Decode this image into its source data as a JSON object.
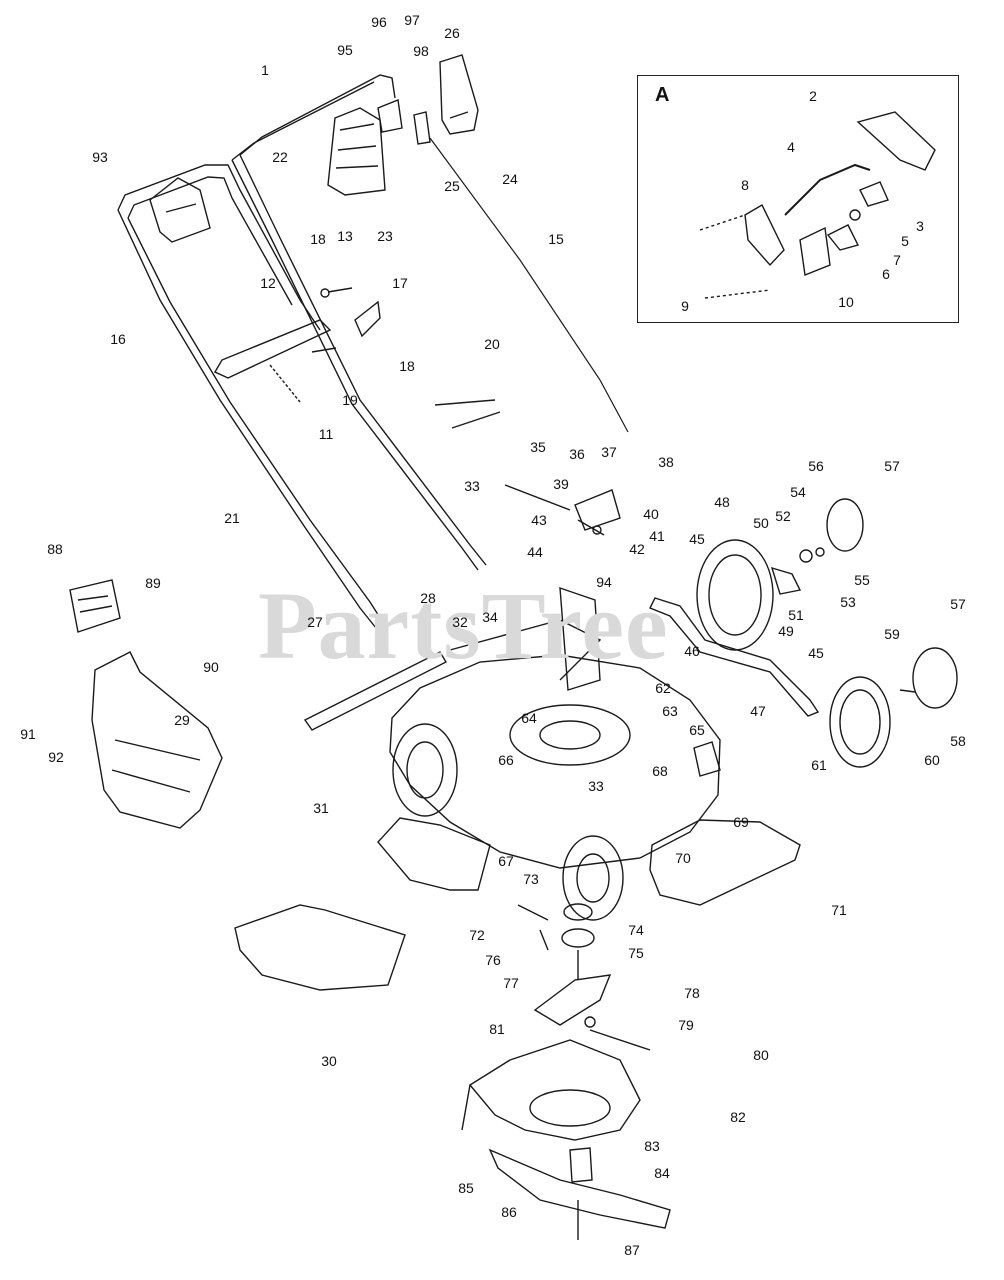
{
  "watermark": "PartsTree",
  "inset": {
    "title": "A"
  },
  "parts": [
    {
      "id": "96",
      "n": "96"
    },
    {
      "id": "97",
      "n": "97"
    },
    {
      "id": "98",
      "n": "98"
    },
    {
      "id": "26",
      "n": "26"
    },
    {
      "id": "95",
      "n": "95"
    },
    {
      "id": "1",
      "n": "1"
    },
    {
      "id": "22",
      "n": "22"
    },
    {
      "id": "23",
      "n": "23"
    },
    {
      "id": "24",
      "n": "24"
    },
    {
      "id": "25",
      "n": "25"
    },
    {
      "id": "93",
      "n": "93"
    },
    {
      "id": "18a",
      "n": "18"
    },
    {
      "id": "13",
      "n": "13"
    },
    {
      "id": "12",
      "n": "12"
    },
    {
      "id": "17",
      "n": "17"
    },
    {
      "id": "16",
      "n": "16"
    },
    {
      "id": "18b",
      "n": "18"
    },
    {
      "id": "19",
      "n": "19"
    },
    {
      "id": "11",
      "n": "11"
    },
    {
      "id": "15",
      "n": "15"
    },
    {
      "id": "20",
      "n": "20"
    },
    {
      "id": "21",
      "n": "21"
    },
    {
      "id": "35",
      "n": "35"
    },
    {
      "id": "36",
      "n": "36"
    },
    {
      "id": "37",
      "n": "37"
    },
    {
      "id": "38",
      "n": "38"
    },
    {
      "id": "33a",
      "n": "33"
    },
    {
      "id": "39",
      "n": "39"
    },
    {
      "id": "40",
      "n": "40"
    },
    {
      "id": "43",
      "n": "43"
    },
    {
      "id": "41",
      "n": "41"
    },
    {
      "id": "42",
      "n": "42"
    },
    {
      "id": "44",
      "n": "44"
    },
    {
      "id": "88",
      "n": "88"
    },
    {
      "id": "89",
      "n": "89"
    },
    {
      "id": "90",
      "n": "90"
    },
    {
      "id": "91",
      "n": "91"
    },
    {
      "id": "29",
      "n": "29"
    },
    {
      "id": "92",
      "n": "92"
    },
    {
      "id": "27",
      "n": "27"
    },
    {
      "id": "28",
      "n": "28"
    },
    {
      "id": "32",
      "n": "32"
    },
    {
      "id": "34",
      "n": "34"
    },
    {
      "id": "94",
      "n": "94"
    },
    {
      "id": "62",
      "n": "62"
    },
    {
      "id": "64",
      "n": "64"
    },
    {
      "id": "63",
      "n": "63"
    },
    {
      "id": "66",
      "n": "66"
    },
    {
      "id": "33b",
      "n": "33"
    },
    {
      "id": "68",
      "n": "68"
    },
    {
      "id": "65",
      "n": "65"
    },
    {
      "id": "69",
      "n": "69"
    },
    {
      "id": "70",
      "n": "70"
    },
    {
      "id": "67",
      "n": "67"
    },
    {
      "id": "31",
      "n": "31"
    },
    {
      "id": "71",
      "n": "71"
    },
    {
      "id": "73",
      "n": "73"
    },
    {
      "id": "74",
      "n": "74"
    },
    {
      "id": "72",
      "n": "72"
    },
    {
      "id": "75",
      "n": "75"
    },
    {
      "id": "76",
      "n": "76"
    },
    {
      "id": "77",
      "n": "77"
    },
    {
      "id": "78",
      "n": "78"
    },
    {
      "id": "79",
      "n": "79"
    },
    {
      "id": "81",
      "n": "81"
    },
    {
      "id": "80",
      "n": "80"
    },
    {
      "id": "30",
      "n": "30"
    },
    {
      "id": "82",
      "n": "82"
    },
    {
      "id": "83",
      "n": "83"
    },
    {
      "id": "84",
      "n": "84"
    },
    {
      "id": "85",
      "n": "85"
    },
    {
      "id": "86",
      "n": "86"
    },
    {
      "id": "87",
      "n": "87"
    },
    {
      "id": "45a",
      "n": "45"
    },
    {
      "id": "46",
      "n": "46"
    },
    {
      "id": "48",
      "n": "48"
    },
    {
      "id": "50",
      "n": "50"
    },
    {
      "id": "52",
      "n": "52"
    },
    {
      "id": "54",
      "n": "54"
    },
    {
      "id": "56",
      "n": "56"
    },
    {
      "id": "57a",
      "n": "57"
    },
    {
      "id": "55",
      "n": "55"
    },
    {
      "id": "53",
      "n": "53"
    },
    {
      "id": "51",
      "n": "51"
    },
    {
      "id": "49",
      "n": "49"
    },
    {
      "id": "47",
      "n": "47"
    },
    {
      "id": "45b",
      "n": "45"
    },
    {
      "id": "59",
      "n": "59"
    },
    {
      "id": "57b",
      "n": "57"
    },
    {
      "id": "58",
      "n": "58"
    },
    {
      "id": "60",
      "n": "60"
    },
    {
      "id": "61",
      "n": "61"
    },
    {
      "id": "2",
      "n": "2"
    },
    {
      "id": "4",
      "n": "4"
    },
    {
      "id": "8",
      "n": "8"
    },
    {
      "id": "3",
      "n": "3"
    },
    {
      "id": "5",
      "n": "5"
    },
    {
      "id": "7",
      "n": "7"
    },
    {
      "id": "6",
      "n": "6"
    },
    {
      "id": "9",
      "n": "9"
    },
    {
      "id": "10",
      "n": "10"
    }
  ]
}
